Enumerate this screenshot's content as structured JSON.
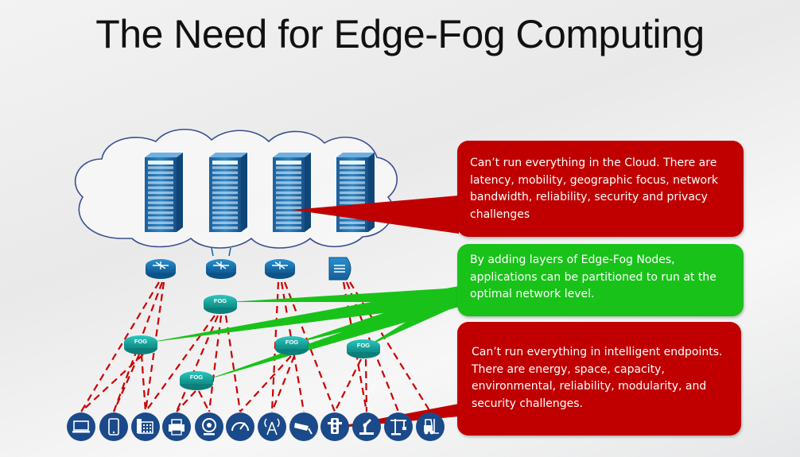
{
  "title": "The Need for Edge-Fog Computing",
  "colors": {
    "cloud_callout": "#c00000",
    "fog_callout": "#19c219",
    "fog_node": "#14a8a2",
    "router": "#1679b8",
    "endpoint": "#1a4a8a",
    "link": "#cc0000"
  },
  "callouts": {
    "cloud": "Can’t run everything in the Cloud.  There are latency, mobility, geographic focus, network bandwidth, reliability, security and privacy challenges",
    "fog": "By adding layers of Edge-Fog Nodes, applications can be partitioned to run at the optimal network level.",
    "endpoints": "Can’t run everything in intelligent endpoints.  There are energy, space, capacity,  environmental, reliability, modularity, and security challenges."
  },
  "fog_label": "FOG",
  "fog_nodes": [
    "FOG",
    "FOG",
    "FOG",
    "FOG",
    "FOG"
  ],
  "network_devices": [
    "router-icon",
    "router-icon",
    "router-icon",
    "switch-icon"
  ],
  "servers": [
    "server-rack-icon",
    "server-rack-icon",
    "server-rack-icon",
    "server-rack-icon"
  ],
  "endpoints": [
    "laptop-icon",
    "phone-icon",
    "desk-phone-icon",
    "printer-icon",
    "webcam-icon",
    "gauge-icon",
    "cell-tower-icon",
    "security-camera-icon",
    "traffic-light-icon",
    "robot-arm-icon",
    "crane-icon",
    "forklift-icon"
  ]
}
